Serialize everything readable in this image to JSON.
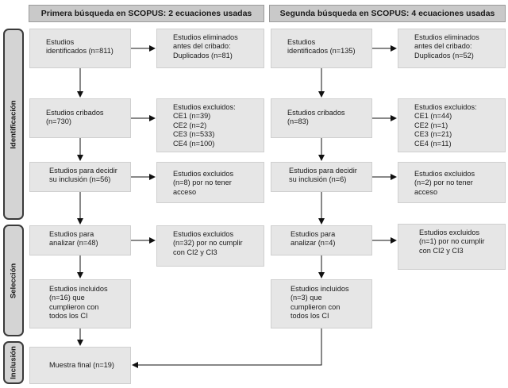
{
  "headers": {
    "left": "Primera búsqueda en SCOPUS: 2 ecuaciones usadas",
    "right": "Segunda búsqueda en SCOPUS: 4 ecuaciones usadas"
  },
  "phases": {
    "identification": "Identificación",
    "selection": "Selección",
    "inclusion": "Inclusión"
  },
  "left": {
    "identified": "Estudios\nidentificados (n=811)",
    "removed": "Estudios eliminados\nantes del cribado:\nDuplicados (n=81)",
    "screened": "Estudios cribados\n(n=730)",
    "excluded": "Estudios excluidos:\nCE1 (n=39)\nCE2 (n=2)\nCE3 (n=533)\nCE4 (n=100)",
    "decide": "Estudios para decidir\nsu inclusión (n=56)",
    "no_access": "Estudios excluidos\n(n=8) por no tener\nacceso",
    "analyze": "Estudios para\nanalizar (n=48)",
    "excluded_ci": "Estudios excluidos\n(n=32) por no cumplir\ncon CI2 y CI3",
    "included": "Estudios incluidos\n(n=16) que\ncumplieron con\ntodos los CI"
  },
  "right": {
    "identified": "Estudios\nidentificados (n=135)",
    "removed": "Estudios eliminados\nantes del cribado:\nDuplicados (n=52)",
    "screened": "Estudios cribados\n(n=83)",
    "excluded": "Estudios excluidos:\nCE1 (n=44)\nCE2 (n=1)\nCE3 (n=21)\nCE4 (n=11)",
    "decide": "Estudios para decidir\nsu inclusión (n=6)",
    "no_access": "Estudios excluidos\n(n=2) por no tener\nacceso",
    "analyze": "Estudios para\nanalizar (n=4)",
    "excluded_ci": "Estudios excluidos\n(n=1) por no cumplir\ncon CI2 y CI3",
    "included": "Estudios incluidos\n(n=3) que\ncumplieron con\ntodos los CI"
  },
  "final": "Muestra final (n=19)"
}
